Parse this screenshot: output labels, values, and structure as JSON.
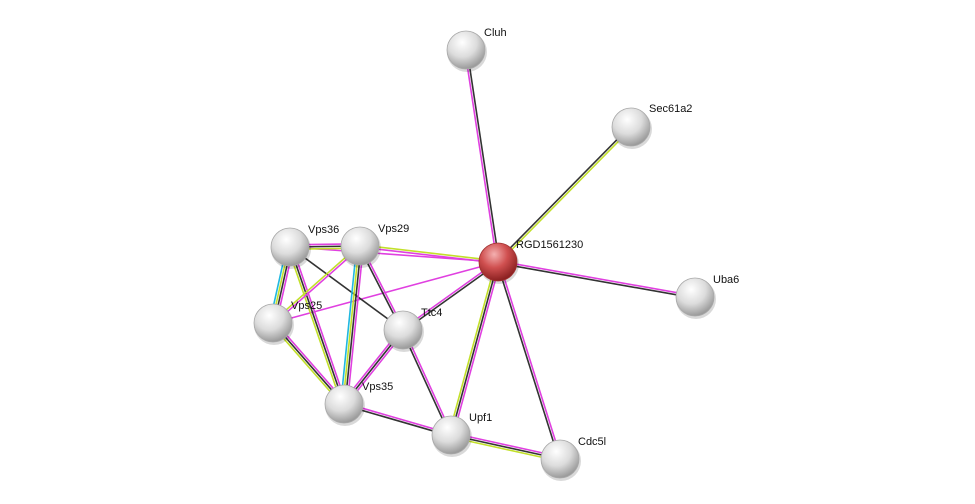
{
  "colors": {
    "experiments": "#e040e0",
    "coexpression": "#333333",
    "textmining": "#c2e02a",
    "databases": "#20b8e0",
    "query_node": "#d04444",
    "node": "#d8d8d8"
  },
  "nodes": [
    {
      "id": "Cluh",
      "label": "Cluh",
      "query": false
    },
    {
      "id": "Sec61a2",
      "label": "Sec61a2",
      "query": false
    },
    {
      "id": "RGD1561230",
      "label": "RGD1561230",
      "query": true
    },
    {
      "id": "Uba6",
      "label": "Uba6",
      "query": false
    },
    {
      "id": "Vps36",
      "label": "Vps36",
      "query": false
    },
    {
      "id": "Vps29",
      "label": "Vps29",
      "query": false
    },
    {
      "id": "Vps25",
      "label": "Vps25",
      "query": false
    },
    {
      "id": "Ttc4",
      "label": "Ttc4",
      "query": false
    },
    {
      "id": "Vps35",
      "label": "Vps35",
      "query": false
    },
    {
      "id": "Upf1",
      "label": "Upf1",
      "query": false
    },
    {
      "id": "Cdc5l",
      "label": "Cdc5l",
      "query": false
    }
  ],
  "edges": [
    {
      "a": "RGD1561230",
      "b": "Cluh",
      "evidence": [
        "experiments",
        "coexpression"
      ]
    },
    {
      "a": "RGD1561230",
      "b": "Sec61a2",
      "evidence": [
        "coexpression",
        "textmining"
      ]
    },
    {
      "a": "RGD1561230",
      "b": "Uba6",
      "evidence": [
        "experiments",
        "coexpression"
      ]
    },
    {
      "a": "RGD1561230",
      "b": "Cdc5l",
      "evidence": [
        "experiments",
        "coexpression"
      ]
    },
    {
      "a": "RGD1561230",
      "b": "Upf1",
      "evidence": [
        "experiments",
        "coexpression",
        "textmining"
      ]
    },
    {
      "a": "RGD1561230",
      "b": "Ttc4",
      "evidence": [
        "coexpression",
        "experiments"
      ]
    },
    {
      "a": "RGD1561230",
      "b": "Vps29",
      "evidence": [
        "experiments",
        "textmining"
      ]
    },
    {
      "a": "RGD1561230",
      "b": "Vps36",
      "evidence": [
        "experiments"
      ]
    },
    {
      "a": "RGD1561230",
      "b": "Vps25",
      "evidence": [
        "experiments"
      ]
    },
    {
      "a": "Vps36",
      "b": "Vps29",
      "evidence": [
        "experiments",
        "coexpression",
        "textmining"
      ]
    },
    {
      "a": "Vps36",
      "b": "Vps25",
      "evidence": [
        "experiments",
        "coexpression",
        "textmining",
        "databases"
      ]
    },
    {
      "a": "Vps36",
      "b": "Vps35",
      "evidence": [
        "experiments",
        "coexpression",
        "textmining"
      ]
    },
    {
      "a": "Vps36",
      "b": "Ttc4",
      "evidence": [
        "coexpression"
      ]
    },
    {
      "a": "Vps29",
      "b": "Vps25",
      "evidence": [
        "experiments",
        "textmining"
      ]
    },
    {
      "a": "Vps29",
      "b": "Vps35",
      "evidence": [
        "experiments",
        "coexpression",
        "textmining",
        "databases"
      ]
    },
    {
      "a": "Vps29",
      "b": "Ttc4",
      "evidence": [
        "experiments",
        "coexpression"
      ]
    },
    {
      "a": "Vps25",
      "b": "Vps35",
      "evidence": [
        "experiments",
        "coexpression",
        "textmining"
      ]
    },
    {
      "a": "Ttc4",
      "b": "Vps35",
      "evidence": [
        "experiments",
        "coexpression",
        "experiments"
      ]
    },
    {
      "a": "Ttc4",
      "b": "Upf1",
      "evidence": [
        "experiments",
        "coexpression"
      ]
    },
    {
      "a": "Vps35",
      "b": "Upf1",
      "evidence": [
        "experiments",
        "coexpression"
      ]
    },
    {
      "a": "Upf1",
      "b": "Cdc5l",
      "evidence": [
        "experiments",
        "coexpression",
        "textmining"
      ]
    }
  ]
}
